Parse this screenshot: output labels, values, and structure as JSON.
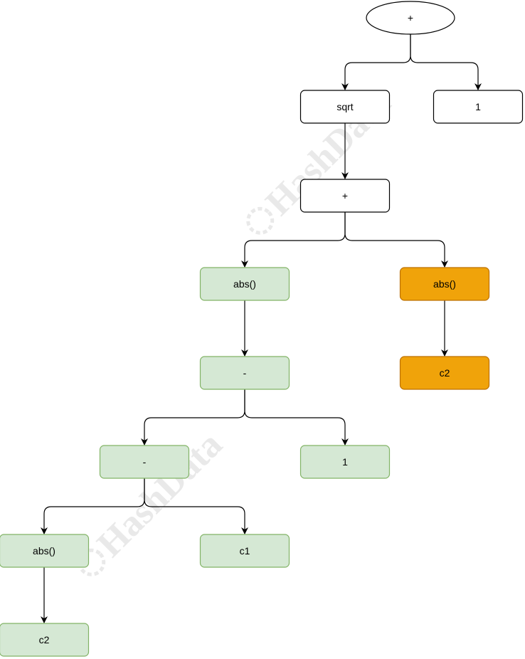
{
  "watermark": {
    "text": "HashData",
    "color": "#e9e9e9"
  },
  "colors": {
    "default_fill": "#ffffff",
    "default_stroke": "#000000",
    "green_fill": "#d5e8d4",
    "green_stroke": "#82b366",
    "orange_fill": "#f0a30a",
    "orange_stroke": "#bd7000",
    "edge": "#000000"
  },
  "nodes": [
    {
      "id": "root-plus",
      "label": "+",
      "shape": "ellipse",
      "style": "default"
    },
    {
      "id": "sqrt",
      "label": "sqrt",
      "shape": "rect",
      "style": "default"
    },
    {
      "id": "one-top",
      "label": "1",
      "shape": "rect",
      "style": "default"
    },
    {
      "id": "plus-inner",
      "label": "+",
      "shape": "rect",
      "style": "default"
    },
    {
      "id": "abs-green",
      "label": "abs()",
      "shape": "rect",
      "style": "green"
    },
    {
      "id": "abs-orange",
      "label": "abs()",
      "shape": "rect",
      "style": "orange"
    },
    {
      "id": "minus-1",
      "label": "-",
      "shape": "rect",
      "style": "green"
    },
    {
      "id": "c2-orange",
      "label": "c2",
      "shape": "rect",
      "style": "orange"
    },
    {
      "id": "minus-2",
      "label": "-",
      "shape": "rect",
      "style": "green"
    },
    {
      "id": "one-green",
      "label": "1",
      "shape": "rect",
      "style": "green"
    },
    {
      "id": "abs-bottom",
      "label": "abs()",
      "shape": "rect",
      "style": "green"
    },
    {
      "id": "c1",
      "label": "c1",
      "shape": "rect",
      "style": "green"
    },
    {
      "id": "c2-bottom",
      "label": "c2",
      "shape": "rect",
      "style": "green"
    }
  ],
  "edges": [
    {
      "from": "root-plus",
      "to": "sqrt"
    },
    {
      "from": "root-plus",
      "to": "one-top"
    },
    {
      "from": "sqrt",
      "to": "plus-inner"
    },
    {
      "from": "plus-inner",
      "to": "abs-green"
    },
    {
      "from": "plus-inner",
      "to": "abs-orange"
    },
    {
      "from": "abs-green",
      "to": "minus-1"
    },
    {
      "from": "abs-orange",
      "to": "c2-orange"
    },
    {
      "from": "minus-1",
      "to": "minus-2"
    },
    {
      "from": "minus-1",
      "to": "one-green"
    },
    {
      "from": "minus-2",
      "to": "abs-bottom"
    },
    {
      "from": "minus-2",
      "to": "c1"
    },
    {
      "from": "abs-bottom",
      "to": "c2-bottom"
    }
  ]
}
